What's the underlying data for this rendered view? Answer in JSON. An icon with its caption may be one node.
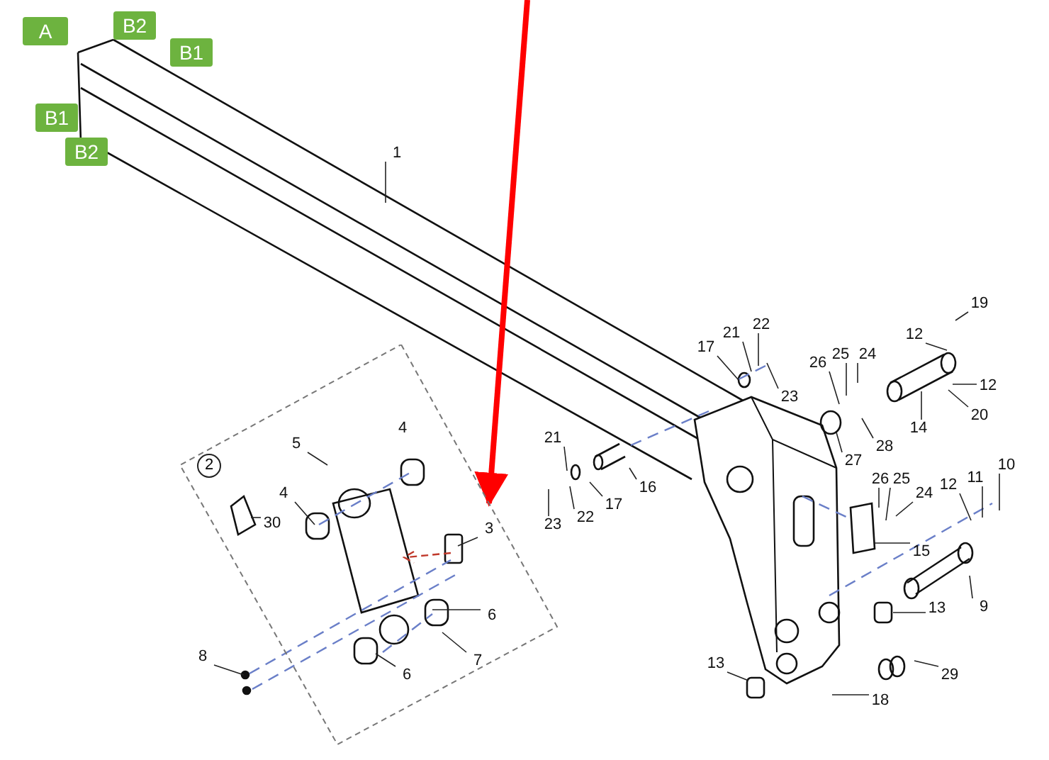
{
  "diagram": {
    "nodes": [
      {
        "text": [
          "A"
        ]
      },
      {
        "text": [
          "B2"
        ]
      },
      {
        "text": [
          "B1"
        ]
      },
      {
        "text": [
          "B1"
        ]
      },
      {
        "text": [
          "B2"
        ]
      },
      {
        "text": [
          "2"
        ]
      },
      {
        "text": [
          "1"
        ]
      },
      {
        "text": [
          "19"
        ]
      },
      {
        "text": [
          "22"
        ]
      },
      {
        "text": [
          "21"
        ]
      },
      {
        "text": [
          "12"
        ]
      },
      {
        "text": [
          "17"
        ]
      },
      {
        "text": [
          "26"
        ]
      },
      {
        "text": [
          "25"
        ]
      },
      {
        "text": [
          "24"
        ]
      },
      {
        "text": [
          "23"
        ]
      },
      {
        "text": [
          "12"
        ]
      },
      {
        "text": [
          "20"
        ]
      },
      {
        "text": [
          "14"
        ]
      },
      {
        "text": [
          "21"
        ]
      },
      {
        "text": [
          "5"
        ],
        "in": 5
      },
      {
        "text": [
          "28"
        ]
      },
      {
        "text": [
          "27"
        ]
      },
      {
        "text": [
          "10"
        ]
      },
      {
        "text": [
          "11"
        ]
      },
      {
        "text": [
          "26"
        ]
      },
      {
        "text": [
          "25"
        ]
      },
      {
        "text": [
          "12"
        ]
      },
      {
        "text": [
          "16"
        ]
      },
      {
        "text": [
          "24"
        ]
      },
      {
        "text": [
          "4"
        ],
        "in": 5
      },
      {
        "text": [
          "17"
        ]
      },
      {
        "text": [
          "22"
        ]
      },
      {
        "text": [
          "30"
        ],
        "in": 5
      },
      {
        "text": [
          "23"
        ]
      },
      {
        "text": [
          "3"
        ],
        "in": 5
      },
      {
        "text": [
          "15"
        ]
      },
      {
        "text": [
          "9"
        ]
      },
      {
        "text": [
          "13"
        ]
      },
      {
        "text": [
          "6"
        ],
        "in": 5
      },
      {
        "text": [
          "8"
        ]
      },
      {
        "text": [
          "7"
        ],
        "in": 5
      },
      {
        "text": [
          "13"
        ]
      },
      {
        "text": [
          "6"
        ],
        "in": 5
      },
      {
        "text": [
          "29"
        ]
      },
      {
        "text": [
          "18"
        ]
      }
    ],
    "edges": [
      {
        "from": null,
        "to": 5,
        "arrow": "to",
        "style": "thick",
        "color": "#ff0000"
      },
      {
        "from": 6,
        "to": null,
        "arrow": "none"
      },
      {
        "from": 7,
        "to": null,
        "arrow": "none"
      },
      {
        "from": 8,
        "to": null,
        "arrow": "none"
      },
      {
        "from": 9,
        "to": null,
        "arrow": "none"
      },
      {
        "from": 10,
        "to": null,
        "arrow": "none"
      },
      {
        "from": 11,
        "to": null,
        "arrow": "none"
      },
      {
        "from": 12,
        "to": null,
        "arrow": "none"
      },
      {
        "from": 13,
        "to": null,
        "arrow": "none"
      },
      {
        "from": 14,
        "to": null,
        "arrow": "none"
      },
      {
        "from": 15,
        "to": null,
        "arrow": "none"
      },
      {
        "from": 16,
        "to": null,
        "arrow": "none"
      },
      {
        "from": 17,
        "to": null,
        "arrow": "none"
      },
      {
        "from": 18,
        "to": null,
        "arrow": "none"
      },
      {
        "from": 19,
        "to": null,
        "arrow": "none"
      },
      {
        "from": 20,
        "to": null,
        "arrow": "none"
      },
      {
        "from": 21,
        "to": null,
        "arrow": "none"
      },
      {
        "from": 22,
        "to": null,
        "arrow": "none"
      },
      {
        "from": 23,
        "to": null,
        "arrow": "none"
      },
      {
        "from": 24,
        "to": null,
        "arrow": "none"
      },
      {
        "from": 25,
        "to": null,
        "arrow": "none"
      },
      {
        "from": 26,
        "to": null,
        "arrow": "none"
      },
      {
        "from": 27,
        "to": null,
        "arrow": "none"
      },
      {
        "from": 28,
        "to": null,
        "arrow": "none"
      },
      {
        "from": 29,
        "to": null,
        "arrow": "none"
      },
      {
        "from": 30,
        "to": null,
        "arrow": "none"
      },
      {
        "from": 31,
        "to": null,
        "arrow": "none"
      },
      {
        "from": 32,
        "to": null,
        "arrow": "none"
      },
      {
        "from": 33,
        "to": null,
        "arrow": "none"
      },
      {
        "from": 34,
        "to": null,
        "arrow": "none"
      },
      {
        "from": 35,
        "to": null,
        "arrow": "none"
      },
      {
        "from": 36,
        "to": null,
        "arrow": "none"
      },
      {
        "from": 37,
        "to": null,
        "arrow": "none"
      },
      {
        "from": 38,
        "to": null,
        "arrow": "none"
      },
      {
        "from": 39,
        "to": null,
        "arrow": "none"
      },
      {
        "from": 40,
        "to": null,
        "arrow": "none"
      },
      {
        "from": 41,
        "to": null,
        "arrow": "none"
      },
      {
        "from": 42,
        "to": null,
        "arrow": "none"
      },
      {
        "from": 43,
        "to": null,
        "arrow": "none"
      },
      {
        "from": 44,
        "to": null,
        "arrow": "none"
      },
      {
        "from": 45,
        "to": null,
        "arrow": "none"
      }
    ],
    "labels": [
      "4"
    ]
  }
}
